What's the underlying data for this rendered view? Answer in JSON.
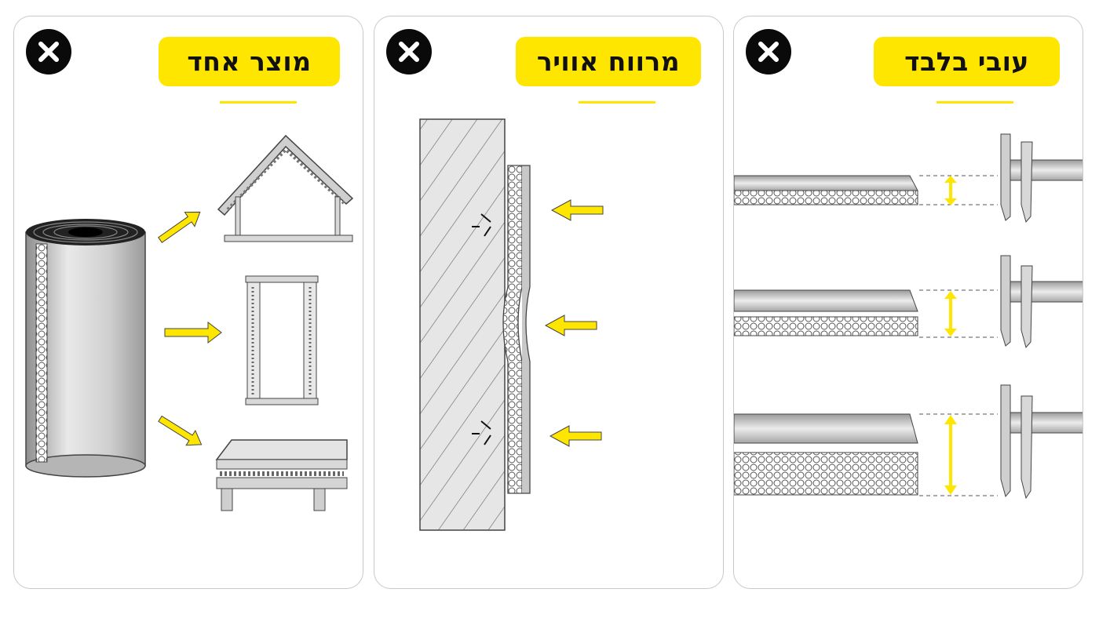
{
  "panels": [
    {
      "title": "מוצר אחד",
      "close_icon": "close-x-icon",
      "illustration": "roll-to-roof-wall-floor"
    },
    {
      "title": "מרווח אוויר",
      "close_icon": "close-x-icon",
      "illustration": "wall-air-gap"
    },
    {
      "title": "עובי בלבד",
      "close_icon": "close-x-icon",
      "illustration": "thickness-caliper"
    }
  ],
  "colors": {
    "accent": "#ffe600",
    "close_bg": "#0a0a0a",
    "border": "#c9c9c9",
    "metal": "#bcbcbc"
  }
}
